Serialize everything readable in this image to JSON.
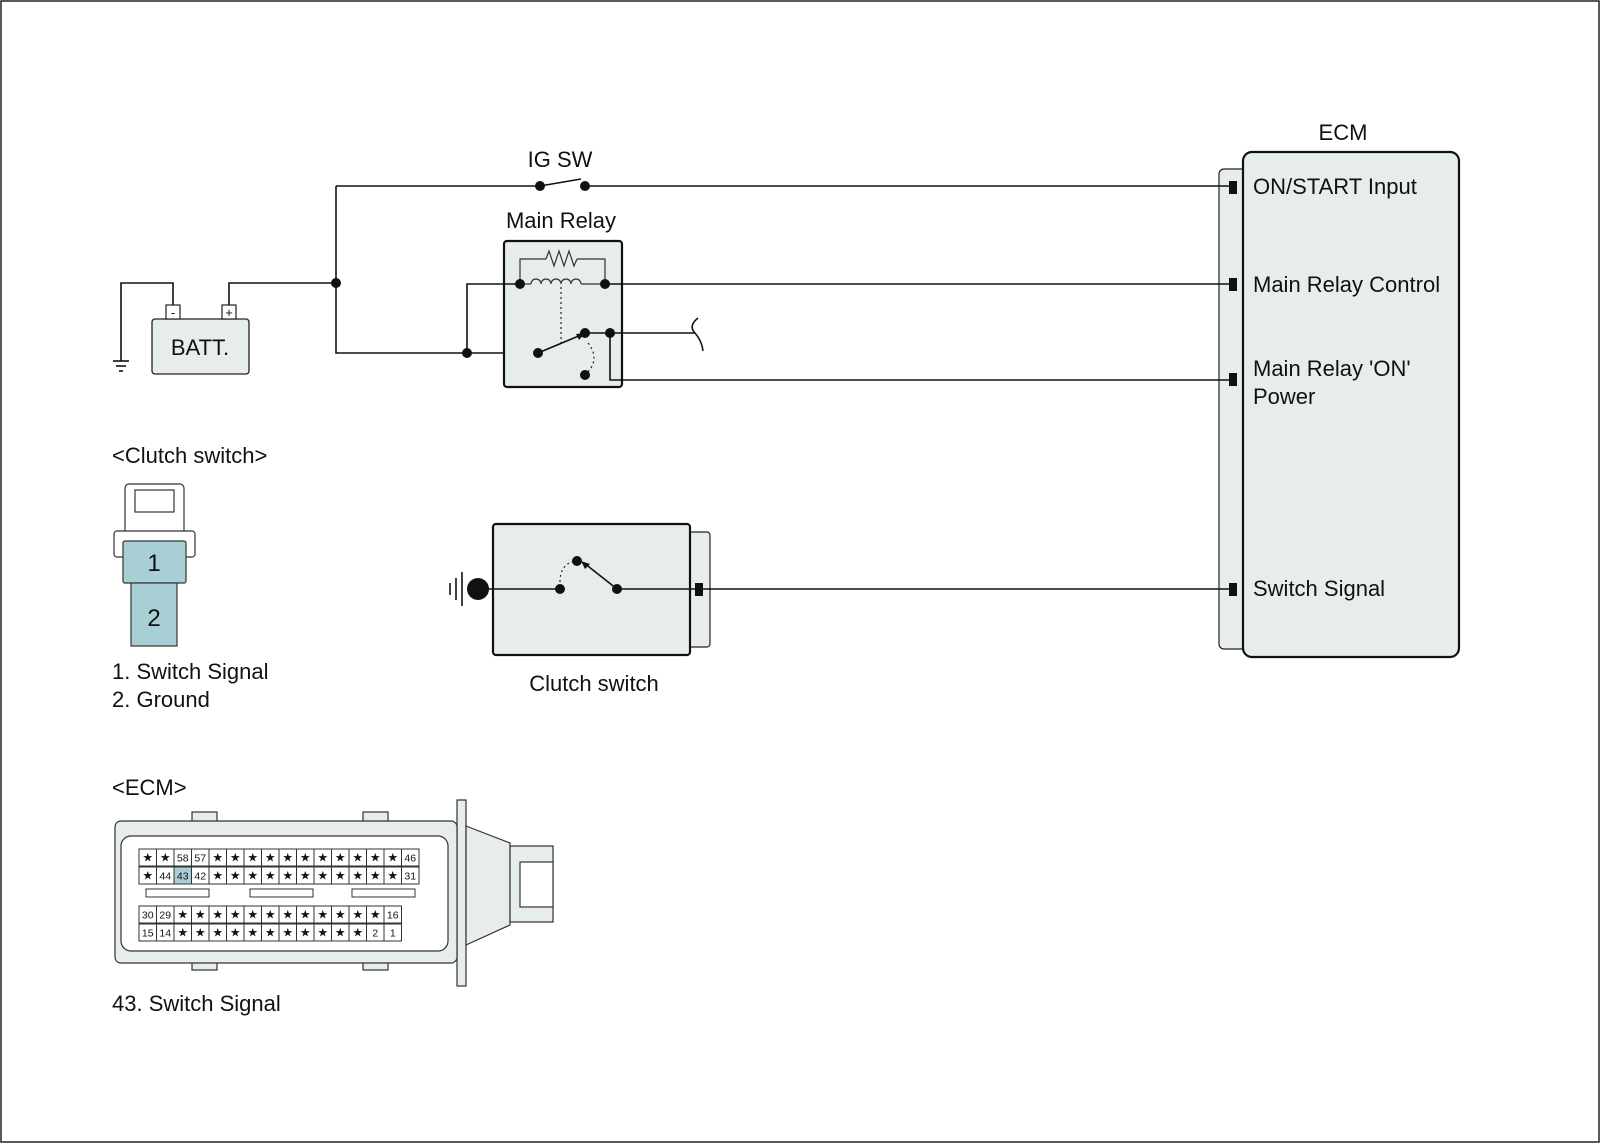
{
  "labels": {
    "ig_sw": "IG SW",
    "main_relay": "Main Relay",
    "batt": "BATT.",
    "batt_minus": "-",
    "batt_plus": "+",
    "ecm_title": "ECM",
    "ecm_pins": {
      "on_start": "ON/START Input",
      "relay_control": "Main Relay Control",
      "relay_on_power_1": "Main Relay 'ON'",
      "relay_on_power_2": "Power",
      "switch_signal": "Switch Signal"
    },
    "clutch_switch_component": "Clutch switch"
  },
  "clutch_connector": {
    "title": "<Clutch switch>",
    "pin1": "1",
    "pin2": "2",
    "legend": [
      "1. Switch Signal",
      "2. Ground"
    ]
  },
  "ecm_connector": {
    "title": "<ECM>",
    "legend": "43. Switch Signal",
    "highlight_pin": "43",
    "highlight_color": "#a9cfd6",
    "rows": [
      [
        "★",
        "★",
        "58",
        "57",
        "★",
        "★",
        "★",
        "★",
        "★",
        "★",
        "★",
        "★",
        "★",
        "★",
        "★",
        "46"
      ],
      [
        "★",
        "44",
        "43",
        "42",
        "★",
        "★",
        "★",
        "★",
        "★",
        "★",
        "★",
        "★",
        "★",
        "★",
        "★",
        "31"
      ],
      [
        "30",
        "29",
        "★",
        "★",
        "★",
        "★",
        "★",
        "★",
        "★",
        "★",
        "★",
        "★",
        "★",
        "★",
        "16"
      ],
      [
        "15",
        "14",
        "★",
        "★",
        "★",
        "★",
        "★",
        "★",
        "★",
        "★",
        "★",
        "★",
        "★",
        "2",
        "1"
      ]
    ]
  },
  "colors": {
    "component_fill": "#e7eced",
    "connector_fill": "#a9cfd6",
    "line": "#111111"
  }
}
